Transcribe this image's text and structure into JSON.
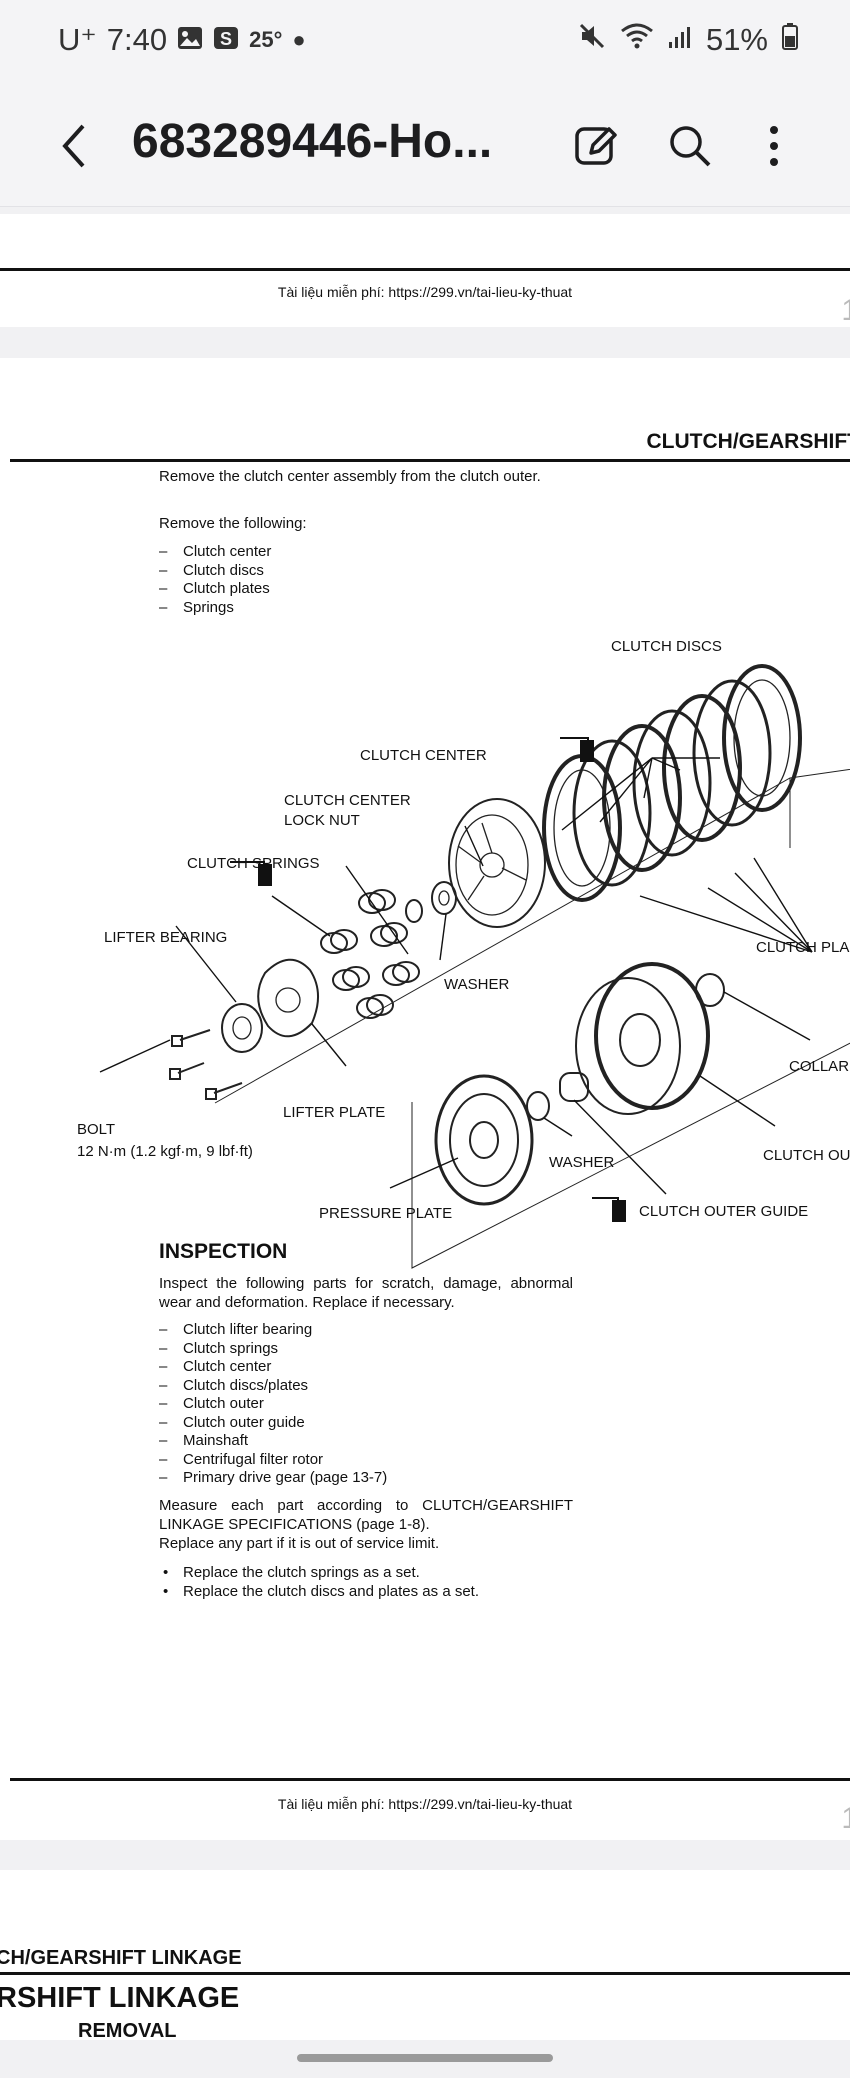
{
  "status_bar": {
    "carrier": "U⁺",
    "time": "7:40",
    "temperature": "25°",
    "battery": "51%"
  },
  "app_bar": {
    "title": "683289446-Ho...",
    "back_icon": "chevron-left-icon",
    "edit_icon": "edit-icon",
    "search_icon": "search-icon",
    "menu_icon": "more-vert-icon"
  },
  "page_prev": {
    "footer_text": "Tài liệu miễn phí: https://299.vn/tai-lieu-ky-thuat",
    "page_number_partial": "1"
  },
  "page_main": {
    "header_title": "CLUTCH/GEARSHIFT",
    "intro": "Remove the clutch center assembly from the clutch outer.",
    "remove_heading": "Remove the following:",
    "remove_items": [
      "Clutch center",
      "Clutch discs",
      "Clutch plates",
      "Springs"
    ],
    "diagram_labels": {
      "clutch_discs": "CLUTCH DISCS",
      "clutch_center": "CLUTCH CENTER",
      "clutch_center_lock_nut_1": "CLUTCH CENTER",
      "clutch_center_lock_nut_2": "LOCK NUT",
      "clutch_springs": "CLUTCH SPRINGS",
      "lifter_bearing": "LIFTER BEARING",
      "clutch_plates": "CLUTCH PLA",
      "washer_top": "WASHER",
      "collar": "COLLAR",
      "bolt": "BOLT",
      "bolt_torque": "12 N·m (1.2 kgf·m, 9 lbf·ft)",
      "lifter_plate": "LIFTER PLATE",
      "clutch_outer": "CLUTCH OU",
      "washer_bottom": "WASHER",
      "pressure_plate": "PRESSURE PLATE",
      "clutch_outer_guide": "CLUTCH OUTER GUIDE"
    },
    "inspection_heading": "INSPECTION",
    "inspection_intro": "Inspect the following parts for scratch, damage, abnormal wear and deformation. Replace if necessary.",
    "inspection_items": [
      "Clutch lifter bearing",
      "Clutch springs",
      "Clutch center",
      "Clutch discs/plates",
      "Clutch outer",
      "Clutch outer guide",
      "Mainshaft",
      "Centrifugal filter rotor",
      "Primary drive gear (page 13-7)"
    ],
    "measure_text": "Measure each part according to CLUTCH/GEARSHIFT LINKAGE SPECIFICATIONS (page 1-8).",
    "replace_text": "Replace any part if it is out of service limit.",
    "bullets": [
      "Replace the clutch springs as a set.",
      "Replace the clutch discs and plates as a set."
    ],
    "footer_text": "Tài liệu miễn phí: https://299.vn/tai-lieu-ky-thuat",
    "page_number_partial": "1"
  },
  "page_next": {
    "header_partial": "CH/GEARSHIFT LINKAGE",
    "title_partial": "RSHIFT LINKAGE",
    "subheading": "REMOVAL"
  }
}
